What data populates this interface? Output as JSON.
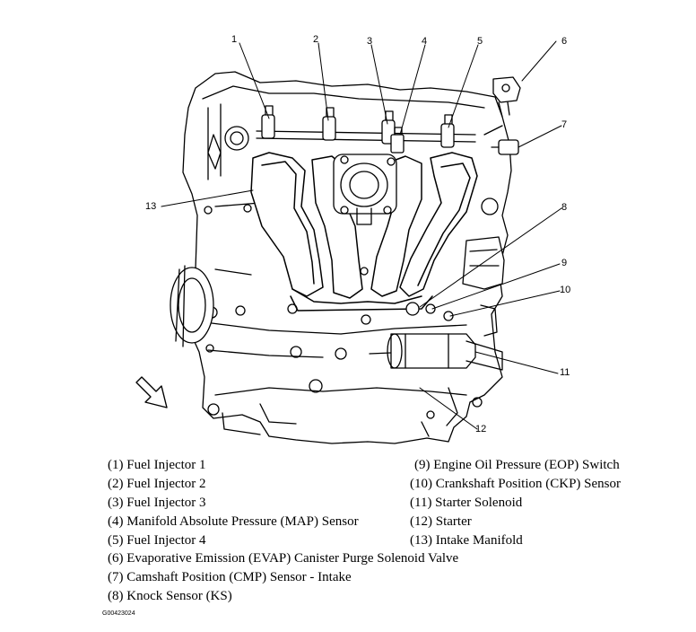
{
  "callouts": [
    "1",
    "2",
    "3",
    "4",
    "5",
    "6",
    "7",
    "8",
    "9",
    "10",
    "11",
    "12",
    "13"
  ],
  "legend": [
    "(1)  Fuel Injector 1",
    "(2)  Fuel Injector 2",
    "(3)  Fuel Injector 3",
    "(4)  Manifold Absolute Pressure (MAP) Sensor",
    "(5)  Fuel Injector 4",
    "(6)  Evaporative Emission (EVAP) Canister Purge Solenoid Valve",
    "(7)  Camshaft Position (CMP) Sensor - Intake",
    "(8)  Knock Sensor (KS)",
    "(9)  Engine Oil Pressure (EOP) Switch",
    "(10) Crankshaft Position (CKP) Sensor",
    "(11) Starter Solenoid",
    "(12) Starter",
    "(13) Intake Manifold"
  ],
  "figure_code": "G00423024",
  "colors": {
    "line": "#000000",
    "background": "#ffffff",
    "shade": "#e6e6e6"
  }
}
